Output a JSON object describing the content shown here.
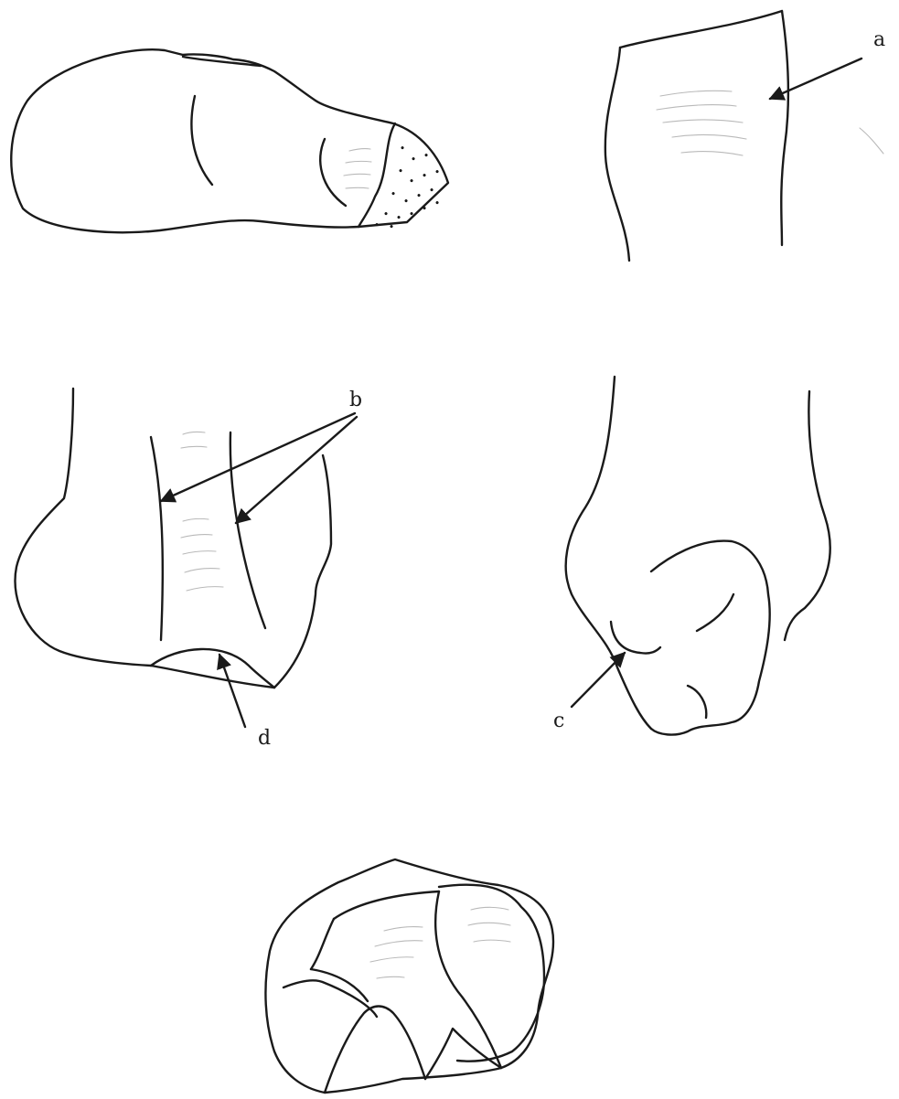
{
  "labels": {
    "a": "a",
    "b": "b",
    "c": "c",
    "d": "d"
  },
  "colors": {
    "ink": "#1a1a1a",
    "hatch": "#b9b9b9",
    "background": "#ffffff"
  }
}
